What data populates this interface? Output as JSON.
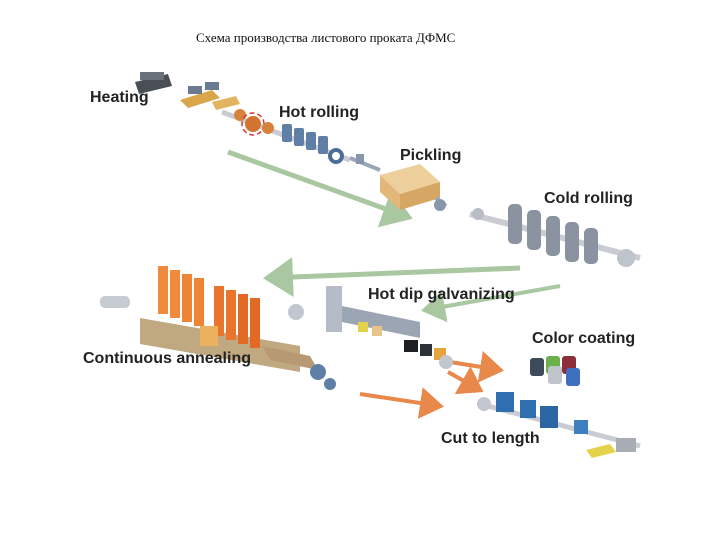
{
  "title": "Схема производства листового проката ДФМС",
  "stages": {
    "heating": "Heating",
    "hot_rolling": "Hot rolling",
    "pickling": "Pickling",
    "cold_rolling": "Cold rolling",
    "hot_dip_galvanizing": "Hot dip galvanizing",
    "continuous_annealing": "Continuous annealing",
    "color_coating": "Color coating",
    "cut_to_length": "Cut to length"
  },
  "colors": {
    "green_arrow": "#a9c7a0",
    "orange_arrow": "#e8884a",
    "steel_blue": "#5f7fa6",
    "furnace_orange": "#f08a3c",
    "cabinet_tan": "#e8c48a"
  }
}
